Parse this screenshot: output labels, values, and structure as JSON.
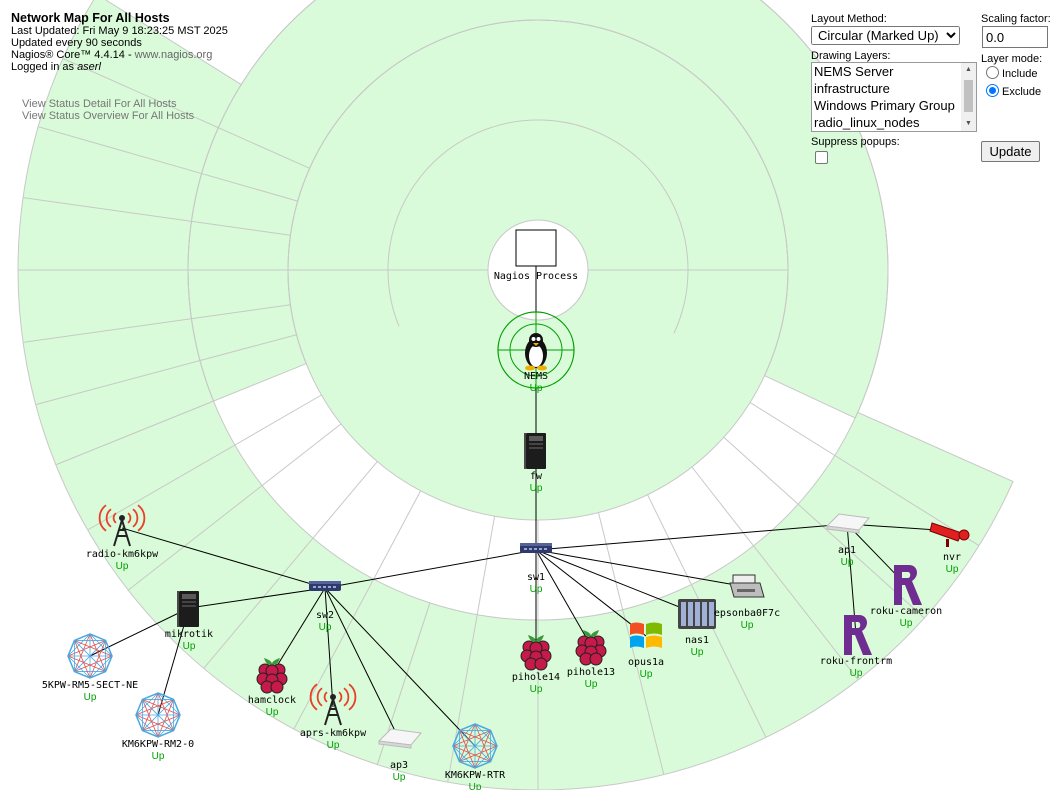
{
  "header": {
    "title": "Network Map For All Hosts",
    "last_updated": "Last Updated: Fri May 9 18:23:25 MST 2025",
    "update_interval": "Updated every 90 seconds",
    "version_prefix": "Nagios® Core™ 4.4.14 - ",
    "version_link": "www.nagios.org",
    "logged_in_prefix": "Logged in as ",
    "user": "aserl"
  },
  "links": {
    "status_detail": "View Status Detail For All Hosts",
    "status_overview": "View Status Overview For All Hosts"
  },
  "controls": {
    "layout_label": "Layout Method:",
    "layout_value": "Circular (Marked Up)",
    "layers_label": "Drawing Layers:",
    "layers": [
      "NEMS Server",
      "infrastructure",
      "Windows Primary Group",
      "radio_linux_nodes"
    ],
    "suppress_label": "Suppress popups:",
    "scaling_label": "Scaling factor:",
    "scaling_value": "0.0",
    "layer_mode_label": "Layer mode:",
    "include_label": "Include",
    "exclude_label": "Exclude",
    "layer_mode_selected": "Exclude",
    "update_button": "Update"
  },
  "map": {
    "root": "Nagios Process",
    "status_up": "Up",
    "colors": {
      "sector_fill": "#d9fbd9",
      "sector_border": "#c8c8c8",
      "status_up": "#00a000",
      "link": "#000000"
    },
    "hosts": [
      {
        "name": "NEMS",
        "icon": "linux-tux-icon",
        "parent": "Nagios Process"
      },
      {
        "name": "fw",
        "icon": "server-tower-icon",
        "parent": "NEMS"
      },
      {
        "name": "sw1",
        "icon": "network-switch-icon",
        "parent": "fw"
      },
      {
        "name": "sw2",
        "icon": "network-switch-icon",
        "parent": "sw1"
      },
      {
        "name": "ap1",
        "icon": "wireless-ap-icon",
        "parent": "sw1"
      },
      {
        "name": "radio-km6kpw",
        "icon": "radio-tower-icon",
        "parent": "sw2"
      },
      {
        "name": "mikrotik",
        "icon": "server-tower-icon",
        "parent": "sw2"
      },
      {
        "name": "KM6KPW-RM5-SECT-NE",
        "display": "5KPW-RM5-SECT-NE",
        "icon": "mesh-node-icon",
        "parent": "mikrotik"
      },
      {
        "name": "KM6KPW-RM2-0",
        "icon": "mesh-node-icon",
        "parent": "mikrotik"
      },
      {
        "name": "hamclock",
        "icon": "raspberry-pi-icon",
        "parent": "sw2"
      },
      {
        "name": "aprs-km6kpw",
        "icon": "radio-tower-icon",
        "parent": "sw2"
      },
      {
        "name": "ap3",
        "icon": "wireless-ap-icon",
        "parent": "sw2"
      },
      {
        "name": "KM6KPW-RTR",
        "icon": "mesh-node-icon",
        "parent": "sw2"
      },
      {
        "name": "pihole14",
        "icon": "raspberry-pi-icon",
        "parent": "sw1"
      },
      {
        "name": "pihole13",
        "icon": "raspberry-pi-icon",
        "parent": "sw1"
      },
      {
        "name": "opus1a",
        "icon": "windows-logo-icon",
        "parent": "sw1"
      },
      {
        "name": "nas1",
        "icon": "nas-storage-icon",
        "parent": "sw1"
      },
      {
        "name": "epsonba0f7c",
        "display": "epsonba0F7c",
        "icon": "printer-icon",
        "parent": "sw1"
      },
      {
        "name": "nvr",
        "icon": "security-camera-icon",
        "parent": "ap1"
      },
      {
        "name": "roku-cameron",
        "icon": "roku-logo-icon",
        "parent": "ap1"
      },
      {
        "name": "roku-frontrm",
        "icon": "roku-logo-icon",
        "parent": "ap1"
      }
    ]
  }
}
